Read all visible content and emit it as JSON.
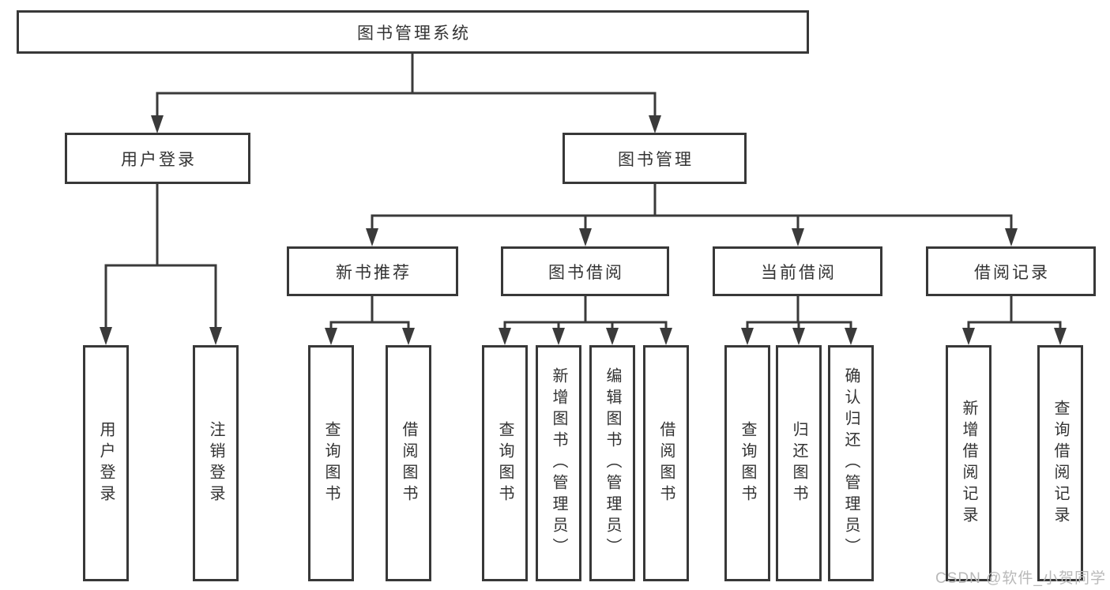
{
  "tree": {
    "label": "图书管理系统",
    "children": [
      {
        "label": "用户登录",
        "children": [
          {
            "label": "用户登录"
          },
          {
            "label": "注销登录"
          }
        ]
      },
      {
        "label": "图书管理",
        "children": [
          {
            "label": "新书推荐",
            "children": [
              {
                "label": "查询图书"
              },
              {
                "label": "借阅图书"
              }
            ]
          },
          {
            "label": "图书借阅",
            "children": [
              {
                "label": "查询图书"
              },
              {
                "label": "新增图书（管理员）"
              },
              {
                "label": "编辑图书（管理员）"
              },
              {
                "label": "借阅图书"
              }
            ]
          },
          {
            "label": "当前借阅",
            "children": [
              {
                "label": "查询图书"
              },
              {
                "label": "归还图书"
              },
              {
                "label": "确认归还（管理员）"
              }
            ]
          },
          {
            "label": "借阅记录",
            "children": [
              {
                "label": "新增借阅记录"
              },
              {
                "label": "查询借阅记录"
              }
            ]
          }
        ]
      }
    ]
  },
  "watermark": "CSDN @软件_小贺同学",
  "colors": {
    "line": "#3a3a3a",
    "box_border": "#383838",
    "text": "#333333",
    "watermark": "#b9b9b9",
    "background": "#ffffff"
  }
}
